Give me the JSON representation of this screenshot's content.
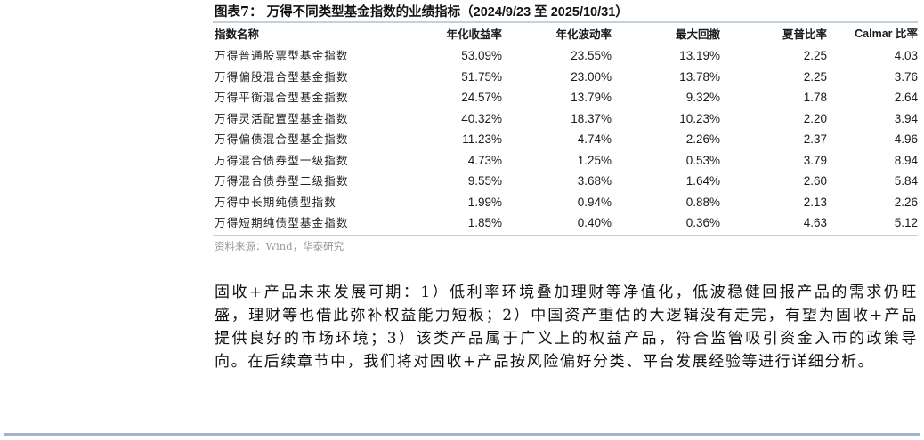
{
  "figure": {
    "title_prefix": "图表7：  万得不同类型基金指数的业绩指标（",
    "title_range": "2024/9/23 至 2025/10/31",
    "title_suffix": "）",
    "columns": [
      "指数名称",
      "年化收益率",
      "年化波动率",
      "最大回撤",
      "夏普比率",
      "Calmar 比率"
    ],
    "rows": [
      {
        "name": "万得普通股票型基金指数",
        "annual_return": "53.09%",
        "annual_volatility": "23.55%",
        "max_drawdown": "13.19%",
        "sharpe": "2.25",
        "calmar": "4.03"
      },
      {
        "name": "万得偏股混合型基金指数",
        "annual_return": "51.75%",
        "annual_volatility": "23.00%",
        "max_drawdown": "13.78%",
        "sharpe": "2.25",
        "calmar": "3.76"
      },
      {
        "name": "万得平衡混合型基金指数",
        "annual_return": "24.57%",
        "annual_volatility": "13.79%",
        "max_drawdown": "9.32%",
        "sharpe": "1.78",
        "calmar": "2.64"
      },
      {
        "name": "万得灵活配置型基金指数",
        "annual_return": "40.32%",
        "annual_volatility": "18.37%",
        "max_drawdown": "10.23%",
        "sharpe": "2.20",
        "calmar": "3.94"
      },
      {
        "name": "万得偏债混合型基金指数",
        "annual_return": "11.23%",
        "annual_volatility": "4.74%",
        "max_drawdown": "2.26%",
        "sharpe": "2.37",
        "calmar": "4.96"
      },
      {
        "name": "万得混合债券型一级指数",
        "annual_return": "4.73%",
        "annual_volatility": "1.25%",
        "max_drawdown": "0.53%",
        "sharpe": "3.79",
        "calmar": "8.94"
      },
      {
        "name": "万得混合债券型二级指数",
        "annual_return": "9.55%",
        "annual_volatility": "3.68%",
        "max_drawdown": "1.64%",
        "sharpe": "2.60",
        "calmar": "5.84"
      },
      {
        "name": "万得中长期纯债型指数",
        "annual_return": "1.99%",
        "annual_volatility": "0.94%",
        "max_drawdown": "0.88%",
        "sharpe": "2.13",
        "calmar": "2.26"
      },
      {
        "name": "万得短期纯债型基金指数",
        "annual_return": "1.85%",
        "annual_volatility": "0.40%",
        "max_drawdown": "0.36%",
        "sharpe": "4.63",
        "calmar": "5.12"
      }
    ],
    "source": "资料来源：Wind，华泰研究"
  },
  "body": {
    "paragraph": "固收+产品未来发展可期：1）低利率环境叠加理财等净值化，低波稳健回报产品的需求仍旺盛，理财等也借此弥补权益能力短板；2）中国资产重估的大逻辑没有走完，有望为固收+产品提供良好的市场环境；3）该类产品属于广义上的权益产品，符合监管吸引资金入市的政策导向。在后续章节中，我们将对固收+产品按风险偏好分类、平台发展经验等进行详细分析。"
  },
  "colors": {
    "rule": "#c5d0de",
    "footer_rule": "#a3b4c6",
    "source_text": "#9a9a9a"
  }
}
